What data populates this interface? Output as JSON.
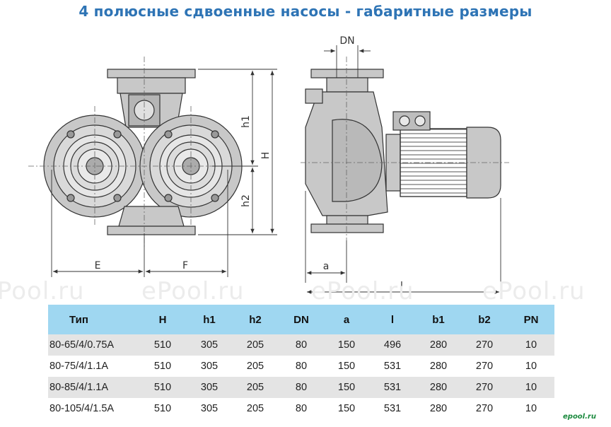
{
  "title": "4 полюсные сдвоенные насосы - габаритные размеры",
  "drawing": {
    "dims": {
      "dn": "DN",
      "h1": "h1",
      "h2": "h2",
      "h": "H",
      "e": "E",
      "f": "F",
      "a": "a",
      "l": "l"
    }
  },
  "watermarks": [
    "ePool.ru",
    "ePool.ru",
    "ePool.ru",
    "ePool.ru"
  ],
  "table": {
    "headers": [
      "Тип",
      "H",
      "h1",
      "h2",
      "DN",
      "a",
      "l",
      "b1",
      "b2",
      "PN"
    ],
    "rows": [
      [
        "80-65/4/0.75A",
        "510",
        "305",
        "205",
        "80",
        "150",
        "496",
        "280",
        "270",
        "10"
      ],
      [
        "80-75/4/1.1A",
        "510",
        "305",
        "205",
        "80",
        "150",
        "531",
        "280",
        "270",
        "10"
      ],
      [
        "80-85/4/1.1A",
        "510",
        "305",
        "205",
        "80",
        "150",
        "531",
        "280",
        "270",
        "10"
      ],
      [
        "80-105/4/1.5A",
        "510",
        "305",
        "205",
        "80",
        "150",
        "531",
        "280",
        "270",
        "10"
      ]
    ]
  },
  "logo": "epool.ru",
  "colors": {
    "title": "#2e74b5",
    "header_bg": "#9fd7f1",
    "row_alt_bg": "#e4e4e4"
  }
}
